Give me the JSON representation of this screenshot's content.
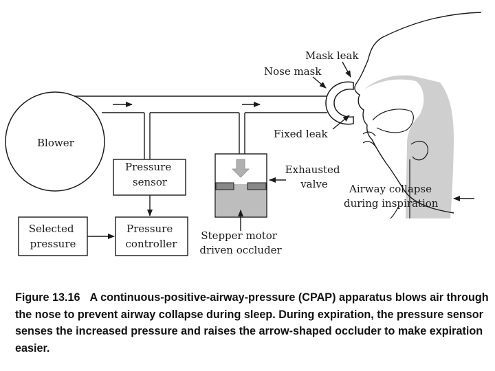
{
  "labels": {
    "blower": "Blower",
    "pressure_sensor": [
      "Pressure",
      "sensor"
    ],
    "selected_pressure": [
      "Selected",
      "pressure"
    ],
    "pressure_controller": [
      "Pressure",
      "controller"
    ],
    "stepper_motor": [
      "Stepper motor",
      "driven occluder"
    ],
    "exhausted_valve": [
      "Exhausted",
      "valve"
    ],
    "fixed_leak": "Fixed leak",
    "nose_mask": "Nose mask",
    "mask_leak": "Mask leak",
    "airway_collapse": [
      "Airway collapse",
      "during inspiration"
    ]
  },
  "caption": {
    "figure_number": "Figure 13.16",
    "text": "A continuous-positive-airway-pressure (CPAP) apparatus blows air through the nose to prevent airway collapse during sleep. During expiration, the pressure sensor senses the increased pressure and raises the arrow-shaped occluder to make expiration easier."
  },
  "colors": {
    "line": "#1a1a1a",
    "occluder_fill": "#bdbdbd",
    "occluder_arrow": "#b0b0b0",
    "airway": "#cfcfcf"
  }
}
